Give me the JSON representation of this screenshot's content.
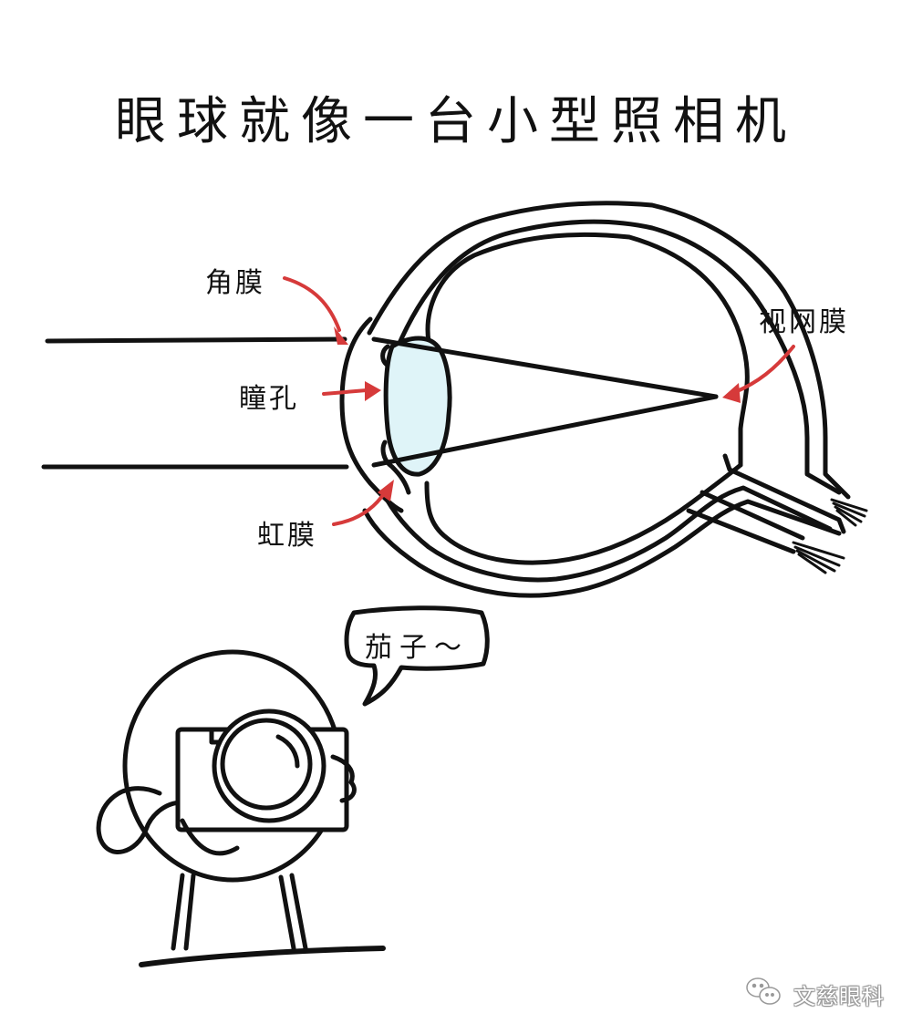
{
  "title": "眼球就像一台小型照相机",
  "labels": {
    "cornea": "角膜",
    "pupil": "瞳孔",
    "iris": "虹膜",
    "retina": "视网膜"
  },
  "speech_bubble": {
    "text": "茄子～"
  },
  "watermark": {
    "icon": "wechat-icon",
    "text": "文慈眼科"
  },
  "colors": {
    "ink": "#111111",
    "arrow": "#d63a3a",
    "lens": "#dff4f8",
    "nerve_tint": "#fbe3da",
    "background": "#ffffff"
  }
}
